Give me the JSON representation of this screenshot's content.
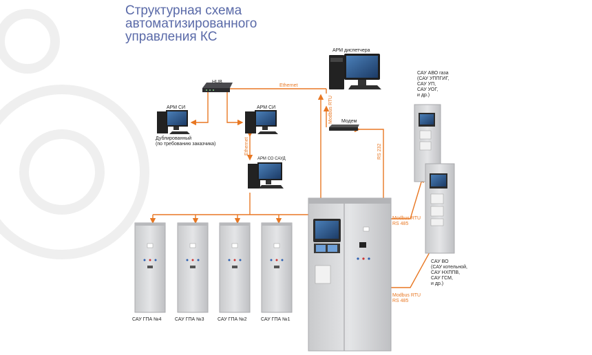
{
  "title": [
    "Структурная схема",
    "автоматизированного",
    "управления КС"
  ],
  "nodes": {
    "hub": "HUB",
    "arm_dispatcher": "АРМ диспетчера",
    "arm_si_left": "АРМ СИ",
    "arm_si_left_note": [
      "Дублированный",
      "(по требованию заказчика)"
    ],
    "arm_si_right": "АРМ СИ",
    "arm_so_saud": "АРМ СО САУД",
    "modem": "Модем",
    "sau_avo": [
      "САУ АВО газа",
      "(САУ УППГИГ,",
      "САУ УП,",
      "САУ УОГ,",
      "и др.)"
    ],
    "sau_vo": [
      "САУ ВО",
      "(САУ котельной,",
      "САУ НХППВ,",
      "САУ ГСМ,",
      "и др.)"
    ],
    "gpa": [
      "САУ ГПА №4",
      "САУ ГПА №3",
      "САУ ГПА №2",
      "САУ ГПА №1"
    ]
  },
  "links": {
    "ethernet_top": "Ethernet",
    "ethernet_vert": "Ethernet",
    "modbus_rtu_vert": "Modbus RTU",
    "rs232": "RS 232",
    "modbus_upper": [
      "Modbus RTU",
      "RS 485"
    ],
    "modbus_lower": [
      "Modbus RTU",
      "RS 485"
    ]
  },
  "colors": {
    "title": "#5a6aa8",
    "link": "#e87722",
    "cabinet": "#d9dadc",
    "watermark": "#eeeeee"
  }
}
